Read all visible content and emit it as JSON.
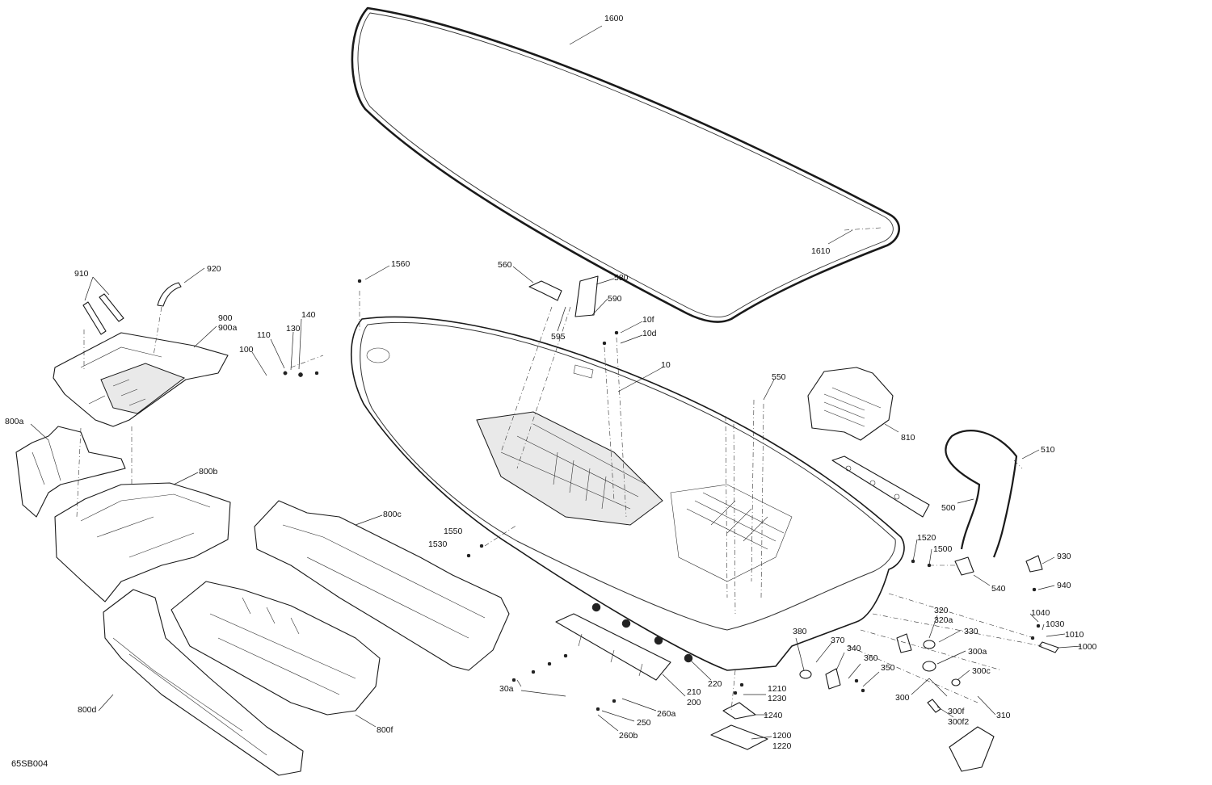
{
  "diagram_ref": "65SB004",
  "callouts": [
    {
      "id": "c1600",
      "label": "1600"
    },
    {
      "id": "c1610",
      "label": "1610"
    },
    {
      "id": "c910",
      "label": "910"
    },
    {
      "id": "c920",
      "label": "920"
    },
    {
      "id": "c900",
      "label": "900"
    },
    {
      "id": "c900a",
      "label": "900a"
    },
    {
      "id": "c140",
      "label": "140"
    },
    {
      "id": "c130",
      "label": "130"
    },
    {
      "id": "c110",
      "label": "110"
    },
    {
      "id": "c100",
      "label": "100"
    },
    {
      "id": "c1560",
      "label": "1560"
    },
    {
      "id": "c560",
      "label": "560"
    },
    {
      "id": "c580",
      "label": "580"
    },
    {
      "id": "c590",
      "label": "590"
    },
    {
      "id": "c595",
      "label": "595"
    },
    {
      "id": "c10f",
      "label": "10f"
    },
    {
      "id": "c10d",
      "label": "10d"
    },
    {
      "id": "c10",
      "label": "10"
    },
    {
      "id": "c550",
      "label": "550"
    },
    {
      "id": "c810",
      "label": "810"
    },
    {
      "id": "c800a",
      "label": "800a"
    },
    {
      "id": "c800b",
      "label": "800b"
    },
    {
      "id": "c800c",
      "label": "800c"
    },
    {
      "id": "c800d",
      "label": "800d"
    },
    {
      "id": "c800f",
      "label": "800f"
    },
    {
      "id": "c510",
      "label": "510"
    },
    {
      "id": "c500",
      "label": "500"
    },
    {
      "id": "c1550",
      "label": "1550"
    },
    {
      "id": "c1530",
      "label": "1530"
    },
    {
      "id": "c1520",
      "label": "1520"
    },
    {
      "id": "c1500",
      "label": "1500"
    },
    {
      "id": "c540",
      "label": "540"
    },
    {
      "id": "c930",
      "label": "930"
    },
    {
      "id": "c940",
      "label": "940"
    },
    {
      "id": "c320",
      "label": "320"
    },
    {
      "id": "c320a",
      "label": "320a"
    },
    {
      "id": "c330",
      "label": "330"
    },
    {
      "id": "c1040",
      "label": "1040"
    },
    {
      "id": "c1030",
      "label": "1030"
    },
    {
      "id": "c1010",
      "label": "1010"
    },
    {
      "id": "c1000",
      "label": "1000"
    },
    {
      "id": "c380",
      "label": "380"
    },
    {
      "id": "c370",
      "label": "370"
    },
    {
      "id": "c340",
      "label": "340"
    },
    {
      "id": "c360",
      "label": "360"
    },
    {
      "id": "c350",
      "label": "350"
    },
    {
      "id": "c300a",
      "label": "300a"
    },
    {
      "id": "c300c",
      "label": "300c"
    },
    {
      "id": "c300",
      "label": "300"
    },
    {
      "id": "c300f",
      "label": "300f"
    },
    {
      "id": "c300f2",
      "label": "300f2"
    },
    {
      "id": "c310",
      "label": "310"
    },
    {
      "id": "c220",
      "label": "220"
    },
    {
      "id": "c210",
      "label": "210"
    },
    {
      "id": "c200",
      "label": "200"
    },
    {
      "id": "c260a",
      "label": "260a"
    },
    {
      "id": "c250",
      "label": "250"
    },
    {
      "id": "c260b",
      "label": "260b"
    },
    {
      "id": "c30a",
      "label": "30a"
    },
    {
      "id": "c1210",
      "label": "1210"
    },
    {
      "id": "c1230",
      "label": "1230"
    },
    {
      "id": "c1240",
      "label": "1240"
    },
    {
      "id": "c1200",
      "label": "1200"
    },
    {
      "id": "c1220",
      "label": "1220"
    }
  ]
}
